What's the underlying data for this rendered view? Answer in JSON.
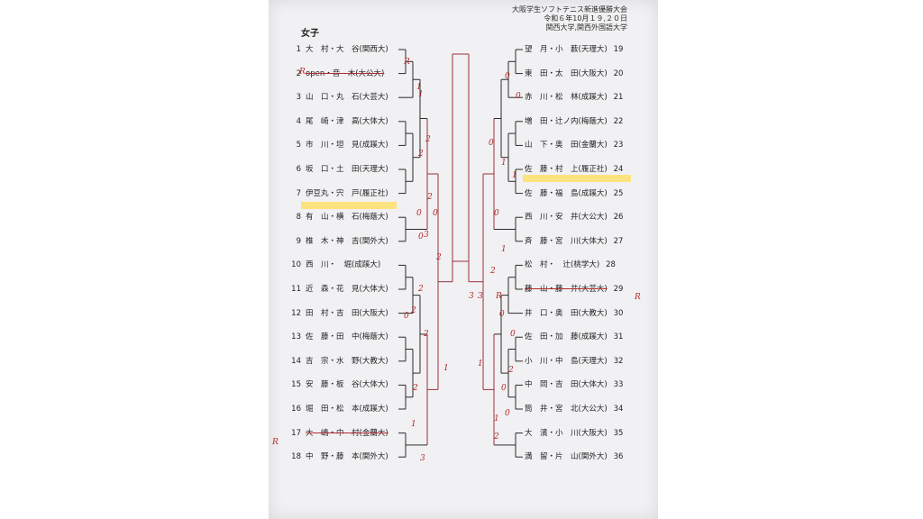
{
  "header": {
    "line1": "大阪学生ソフトテニス新進優勝大会",
    "line2": "令和６年10月１９,２０日",
    "line3": "関西大学,関西外国語大学"
  },
  "title": "女子",
  "left_entries": [
    {
      "no": "1",
      "text": "大　村・大　谷(関西大)",
      "struck": false
    },
    {
      "no": "2",
      "text": "open・音　木(大公大)",
      "struck": true
    },
    {
      "no": "3",
      "text": "山　口・丸　石(大芸大)",
      "struck": false
    },
    {
      "no": "4",
      "text": "尾　崎・津　高(大体大)",
      "struck": false
    },
    {
      "no": "5",
      "text": "市　川・坦　見(成蹊大)",
      "struck": false
    },
    {
      "no": "6",
      "text": "坂　口・土　田(天理大)",
      "struck": false
    },
    {
      "no": "7",
      "text": "伊豆丸・宍　戸(履正社)",
      "struck": false
    },
    {
      "no": "8",
      "text": "有　山・横　石(梅蔭大)",
      "struck": false
    },
    {
      "no": "9",
      "text": "椎　木・神　吉(関外大)",
      "struck": false
    },
    {
      "no": "10",
      "text": "西　川・　堀(成蹊大)",
      "struck": false
    },
    {
      "no": "11",
      "text": "近　森・花　見(大体大)",
      "struck": false
    },
    {
      "no": "12",
      "text": "田　村・吉　田(大阪大)",
      "struck": false
    },
    {
      "no": "13",
      "text": "佐　藤・田　中(梅蔭大)",
      "struck": false
    },
    {
      "no": "14",
      "text": "吉　宗・水　野(大教大)",
      "struck": false
    },
    {
      "no": "15",
      "text": "安　藤・板　谷(大体大)",
      "struck": false
    },
    {
      "no": "16",
      "text": "堀　田・松　本(成蹊大)",
      "struck": false
    },
    {
      "no": "17",
      "text": "大　嶋・中　村(金蘭大)",
      "struck": true
    },
    {
      "no": "18",
      "text": "中　野・藤　本(関外大)",
      "struck": false
    }
  ],
  "right_entries": [
    {
      "no": "19",
      "text": "望　月・小　薮(天理大)",
      "struck": false
    },
    {
      "no": "20",
      "text": "東　田・太　田(大阪大)",
      "struck": false
    },
    {
      "no": "21",
      "text": "赤　川・松　林(成蹊大)",
      "struck": false
    },
    {
      "no": "22",
      "text": "増　田・辻ノ内(梅蔭大)",
      "struck": false
    },
    {
      "no": "23",
      "text": "山　下・奥　田(金蘭大)",
      "struck": false
    },
    {
      "no": "24",
      "text": "佐　藤・村　上(履正社)",
      "struck": false
    },
    {
      "no": "25",
      "text": "佐　藤・福　島(成蹊大)",
      "struck": false
    },
    {
      "no": "26",
      "text": "西　川・安　井(大公大)",
      "struck": false
    },
    {
      "no": "27",
      "text": "斉　藤・宮　川(大体大)",
      "struck": false
    },
    {
      "no": "28",
      "text": "松　村・　辻(桃学大)",
      "struck": false
    },
    {
      "no": "29",
      "text": "藤　山・藤　井(大芸大)",
      "struck": true
    },
    {
      "no": "30",
      "text": "井　口・奥　田(大教大)",
      "struck": false
    },
    {
      "no": "31",
      "text": "佐　田・加　藤(成蹊大)",
      "struck": false
    },
    {
      "no": "32",
      "text": "小　川・中　島(天理大)",
      "struck": false
    },
    {
      "no": "33",
      "text": "中　岡・吉　田(大体大)",
      "struck": false
    },
    {
      "no": "34",
      "text": "筒　井・宮　北(大公大)",
      "struck": false
    },
    {
      "no": "35",
      "text": "大　濱・小　川(大阪大)",
      "struck": false
    },
    {
      "no": "36",
      "text": "満　留・片　山(関外大)",
      "struck": false
    }
  ],
  "marks": {
    "r_left_2": "R",
    "r_left_17": "R",
    "r_right_29": "R",
    "scores": [
      "R",
      "1",
      "1",
      "2",
      "2",
      "2",
      "0",
      "0",
      "3",
      "2",
      "0",
      "2",
      "2",
      "2",
      "2",
      "3",
      "1",
      "0",
      "1",
      "3",
      "0",
      "1",
      "0",
      "1",
      "2",
      "0",
      "1",
      "0",
      "0",
      "0",
      "1",
      "3",
      "R",
      "0",
      "2",
      "1",
      "2",
      "0"
    ]
  },
  "colors": {
    "bracket": "#2b2b2b",
    "bracket_red": "#9b2f3a",
    "highlight": "#ffe16a",
    "ink_red": "#b22b2b"
  }
}
